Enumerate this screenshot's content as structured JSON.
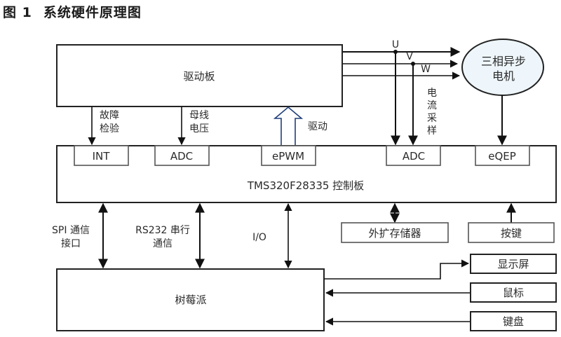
{
  "figure": {
    "number": "图 1",
    "title": "系统硬件原理图"
  },
  "blocks": {
    "driver_board": "驱动板",
    "controller_board": "TMS320F28335 控制板",
    "raspberry_pi": "树莓派",
    "motor": [
      "三相异步",
      "电机"
    ],
    "ext_memory": "外扩存储器",
    "keys": "按键",
    "display": "显示屏",
    "mouse": "鼠标",
    "keyboard": "键盘"
  },
  "modules": {
    "int": "INT",
    "adc_left": "ADC",
    "epwm": "ePWM",
    "adc_right": "ADC",
    "eqep": "eQEP"
  },
  "signals": {
    "fault_detect": [
      "故障",
      "检验"
    ],
    "bus_voltage": [
      "母线",
      "电压"
    ],
    "drive": "驱动",
    "current_sampling": [
      "电",
      "流",
      "采",
      "样"
    ],
    "phase_u": "U",
    "phase_v": "V",
    "phase_w": "W",
    "spi": [
      "SPI 通信",
      "接口"
    ],
    "rs232": [
      "RS232 串行",
      "通信"
    ],
    "io": "I/O"
  },
  "colors": {
    "motor_fill": "#eef6fb",
    "drive_arrow": "#1f3f7a",
    "line": "#111111"
  }
}
